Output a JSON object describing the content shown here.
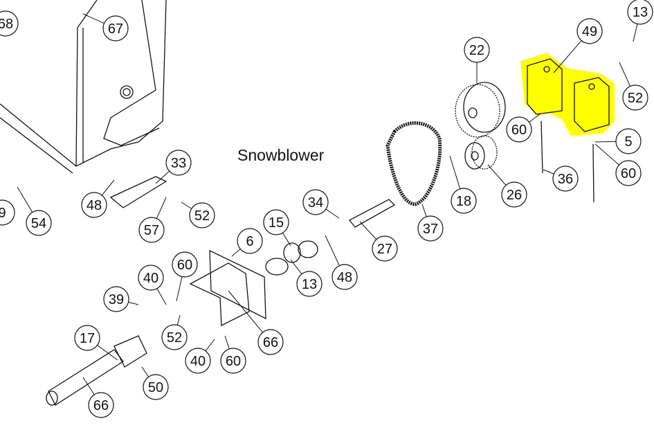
{
  "title": "Snowblower",
  "highlight_color": "#ffff00",
  "callouts": [
    {
      "label": "68",
      "part": "housing-side"
    },
    {
      "label": "67",
      "part": "housing"
    },
    {
      "label": "13",
      "part": "bearing-flange-top"
    },
    {
      "label": "49",
      "part": "bearing-bracket-bolts"
    },
    {
      "label": "22",
      "part": "large-pulley"
    },
    {
      "label": "52",
      "part": "nut-top-right"
    },
    {
      "label": "60",
      "part": "washer-bracket-left"
    },
    {
      "label": "5",
      "part": "bearing-bracket"
    },
    {
      "label": "33",
      "part": "mount-plate"
    },
    {
      "label": "36",
      "part": "long-bolt"
    },
    {
      "label": "60",
      "part": "washer-bracket-right"
    },
    {
      "label": "48",
      "part": "bolt-mount"
    },
    {
      "label": "26",
      "part": "small-pulley"
    },
    {
      "label": "18",
      "part": "key"
    },
    {
      "label": "9",
      "part": "partial-left"
    },
    {
      "label": "54",
      "part": "nut-left"
    },
    {
      "label": "52",
      "part": "nut-mount"
    },
    {
      "label": "34",
      "part": "shaft-key"
    },
    {
      "label": "37",
      "part": "timing-belt"
    },
    {
      "label": "57",
      "part": "washer-mount"
    },
    {
      "label": "15",
      "part": "bearing"
    },
    {
      "label": "6",
      "part": "drive-cover"
    },
    {
      "label": "27",
      "part": "shaft"
    },
    {
      "label": "13",
      "part": "bearing-flange"
    },
    {
      "label": "48",
      "part": "bolt-flange"
    },
    {
      "label": "40",
      "part": "bolt-upper"
    },
    {
      "label": "60",
      "part": "washer-upper"
    },
    {
      "label": "39",
      "part": "pin"
    },
    {
      "label": "66",
      "part": "cover-guard"
    },
    {
      "label": "52",
      "part": "nut-lower"
    },
    {
      "label": "17",
      "part": "u-joint"
    },
    {
      "label": "40",
      "part": "bolt-lower"
    },
    {
      "label": "60",
      "part": "washer-lower"
    },
    {
      "label": "50",
      "part": "set-screw"
    },
    {
      "label": "66",
      "part": "pto-shaft"
    }
  ]
}
